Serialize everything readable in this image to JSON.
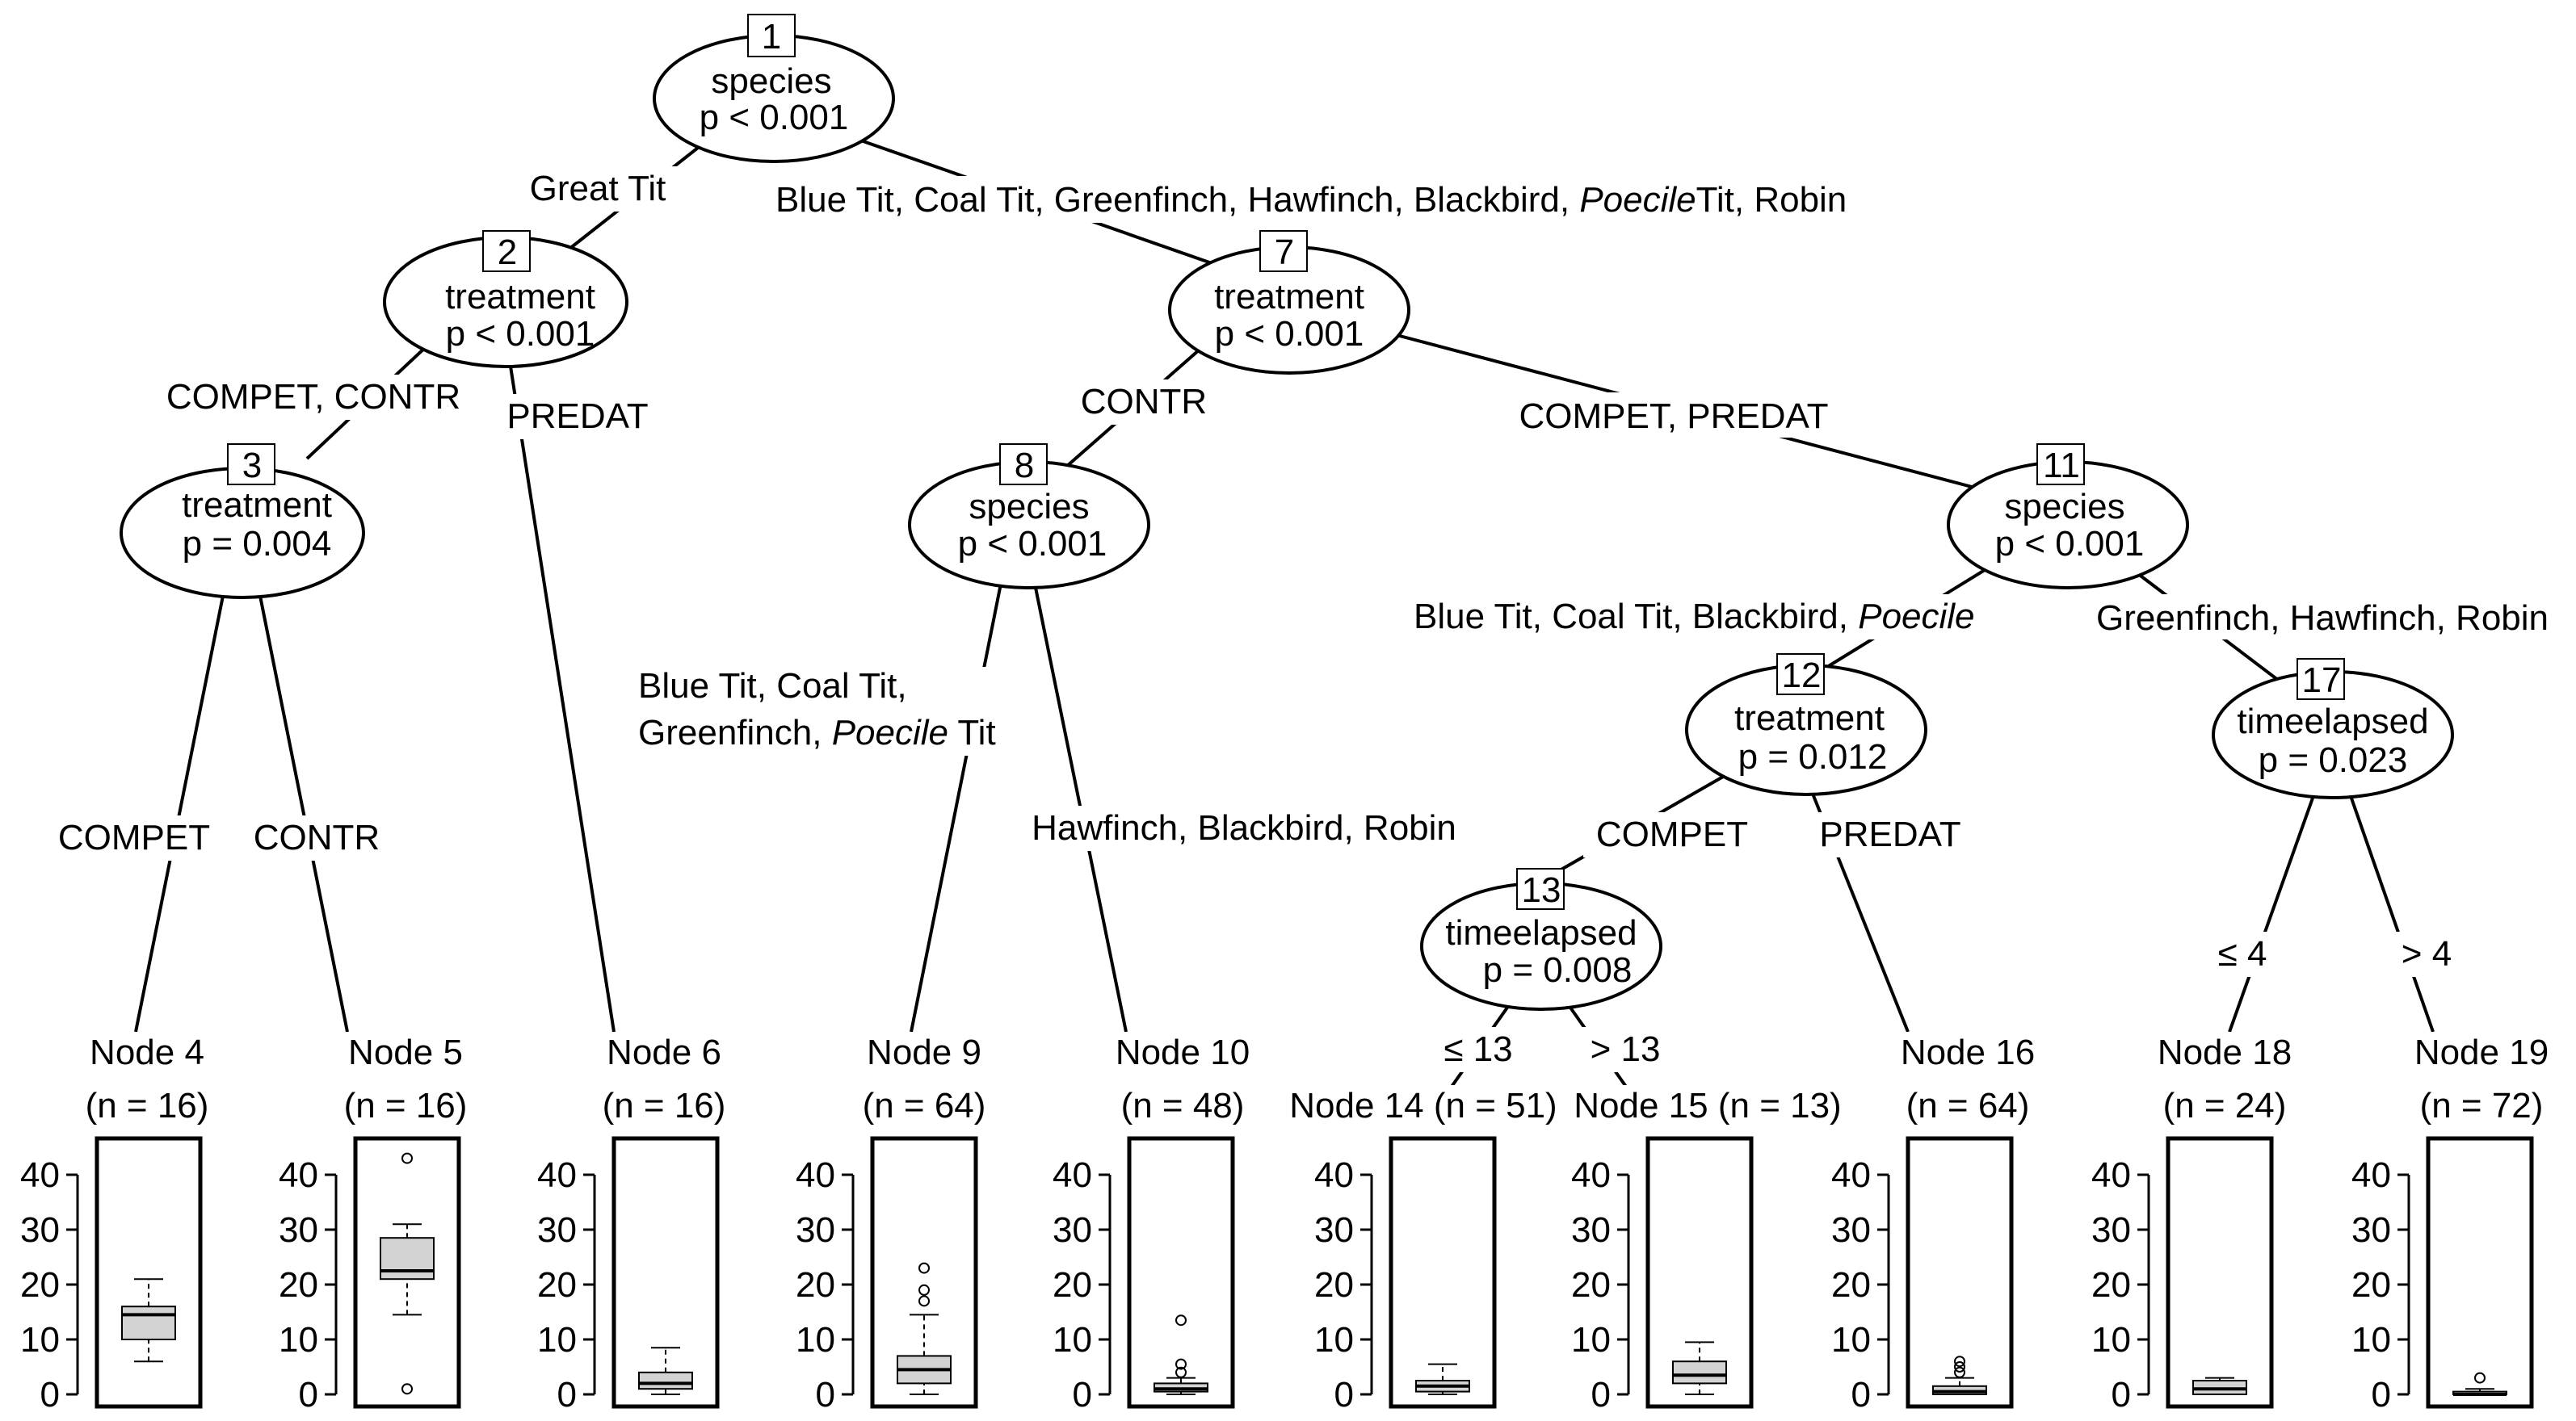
{
  "tree": {
    "inner_nodes": [
      {
        "id": "1",
        "variable": "species",
        "p": "p < 0.001"
      },
      {
        "id": "2",
        "variable": "treatment",
        "p": "p < 0.001"
      },
      {
        "id": "3",
        "variable": "treatment",
        "p": "p = 0.004"
      },
      {
        "id": "7",
        "variable": "treatment",
        "p": "p < 0.001"
      },
      {
        "id": "8",
        "variable": "species",
        "p": "p < 0.001"
      },
      {
        "id": "11",
        "variable": "species",
        "p": "p < 0.001"
      },
      {
        "id": "12",
        "variable": "treatment",
        "p": "p = 0.012"
      },
      {
        "id": "13",
        "variable": "timeelapsed",
        "p": "p = 0.008"
      },
      {
        "id": "17",
        "variable": "timeelapsed",
        "p": "p = 0.023"
      }
    ],
    "edge_labels": {
      "e1_2": "Great Tit",
      "e1_7_a": "Blue Tit, Coal Tit, Greenfinch, Hawfinch, Blackbird, ",
      "e1_7_b": "Poecile",
      "e1_7_c": "Tit, Robin",
      "e2_3": "COMPET, CONTR",
      "e2_6": "PREDAT",
      "e3_4": "COMPET",
      "e3_5": "CONTR",
      "e7_8": "CONTR",
      "e7_11": "COMPET, PREDAT",
      "e8_9_line1": "Blue Tit, Coal Tit,",
      "e8_9_line2a": "Greenfinch, ",
      "e8_9_line2b": "Poecile",
      "e8_9_line2c": " Tit",
      "e8_10": "Hawfinch, Blackbird, Robin",
      "e11_12_a": "Blue Tit, Coal Tit, Blackbird, ",
      "e11_12_b": "Poecile",
      "e11_17": "Greenfinch, Hawfinch, Robin",
      "e12_13": "COMPET",
      "e12_16": "PREDAT",
      "e13_14": "≤ 13",
      "e13_15": "> 13",
      "e17_18": "≤ 4",
      "e17_19": "> 4"
    },
    "terminal_nodes": [
      {
        "title": "Node 4",
        "n": "(n = 16)"
      },
      {
        "title": "Node 5",
        "n": "(n = 16)"
      },
      {
        "title": "Node 6",
        "n": "(n = 16)"
      },
      {
        "title": "Node 9",
        "n": "(n = 64)"
      },
      {
        "title": "Node 10",
        "n": "(n = 48)"
      },
      {
        "title": "Node 14 (n = 51)",
        "n": ""
      },
      {
        "title": "Node 15 (n = 13)",
        "n": ""
      },
      {
        "title": "Node 16",
        "n": "(n = 64)"
      },
      {
        "title": "Node 18",
        "n": "(n = 24)"
      },
      {
        "title": "Node 19",
        "n": "(n = 72)"
      }
    ]
  },
  "boxplot_axis": {
    "ticks": [
      0,
      10,
      20,
      30,
      40
    ],
    "ylim": [
      0,
      43
    ]
  },
  "boxplots": [
    {
      "node": "4",
      "q1": 10,
      "median": 14.5,
      "q3": 16,
      "whisker_low": 6,
      "whisker_high": 21,
      "outliers": []
    },
    {
      "node": "5",
      "q1": 21,
      "median": 22.5,
      "q3": 28.5,
      "whisker_low": 14.5,
      "whisker_high": 31,
      "outliers": [
        43,
        1
      ]
    },
    {
      "node": "6",
      "q1": 1,
      "median": 2,
      "q3": 4,
      "whisker_low": 0,
      "whisker_high": 8.5,
      "outliers": []
    },
    {
      "node": "9",
      "q1": 2,
      "median": 4.5,
      "q3": 7,
      "whisker_low": 0,
      "whisker_high": 14.5,
      "outliers": [
        17,
        19,
        23
      ]
    },
    {
      "node": "10",
      "q1": 0.5,
      "median": 1,
      "q3": 2,
      "whisker_low": 0,
      "whisker_high": 3,
      "outliers": [
        4,
        5.5,
        13.5
      ]
    },
    {
      "node": "14",
      "q1": 0.5,
      "median": 1.5,
      "q3": 2.5,
      "whisker_low": 0,
      "whisker_high": 5.5,
      "outliers": []
    },
    {
      "node": "15",
      "q1": 2,
      "median": 3.5,
      "q3": 6,
      "whisker_low": 0,
      "whisker_high": 9.5,
      "outliers": []
    },
    {
      "node": "16",
      "q1": 0,
      "median": 0.5,
      "q3": 1.5,
      "whisker_low": 0,
      "whisker_high": 3,
      "outliers": [
        4,
        5,
        6
      ]
    },
    {
      "node": "18",
      "q1": 0,
      "median": 1,
      "q3": 2.5,
      "whisker_low": 0,
      "whisker_high": 3,
      "outliers": []
    },
    {
      "node": "19",
      "q1": 0,
      "median": 0,
      "q3": 0.5,
      "whisker_low": 0,
      "whisker_high": 1,
      "outliers": [
        3
      ]
    }
  ]
}
